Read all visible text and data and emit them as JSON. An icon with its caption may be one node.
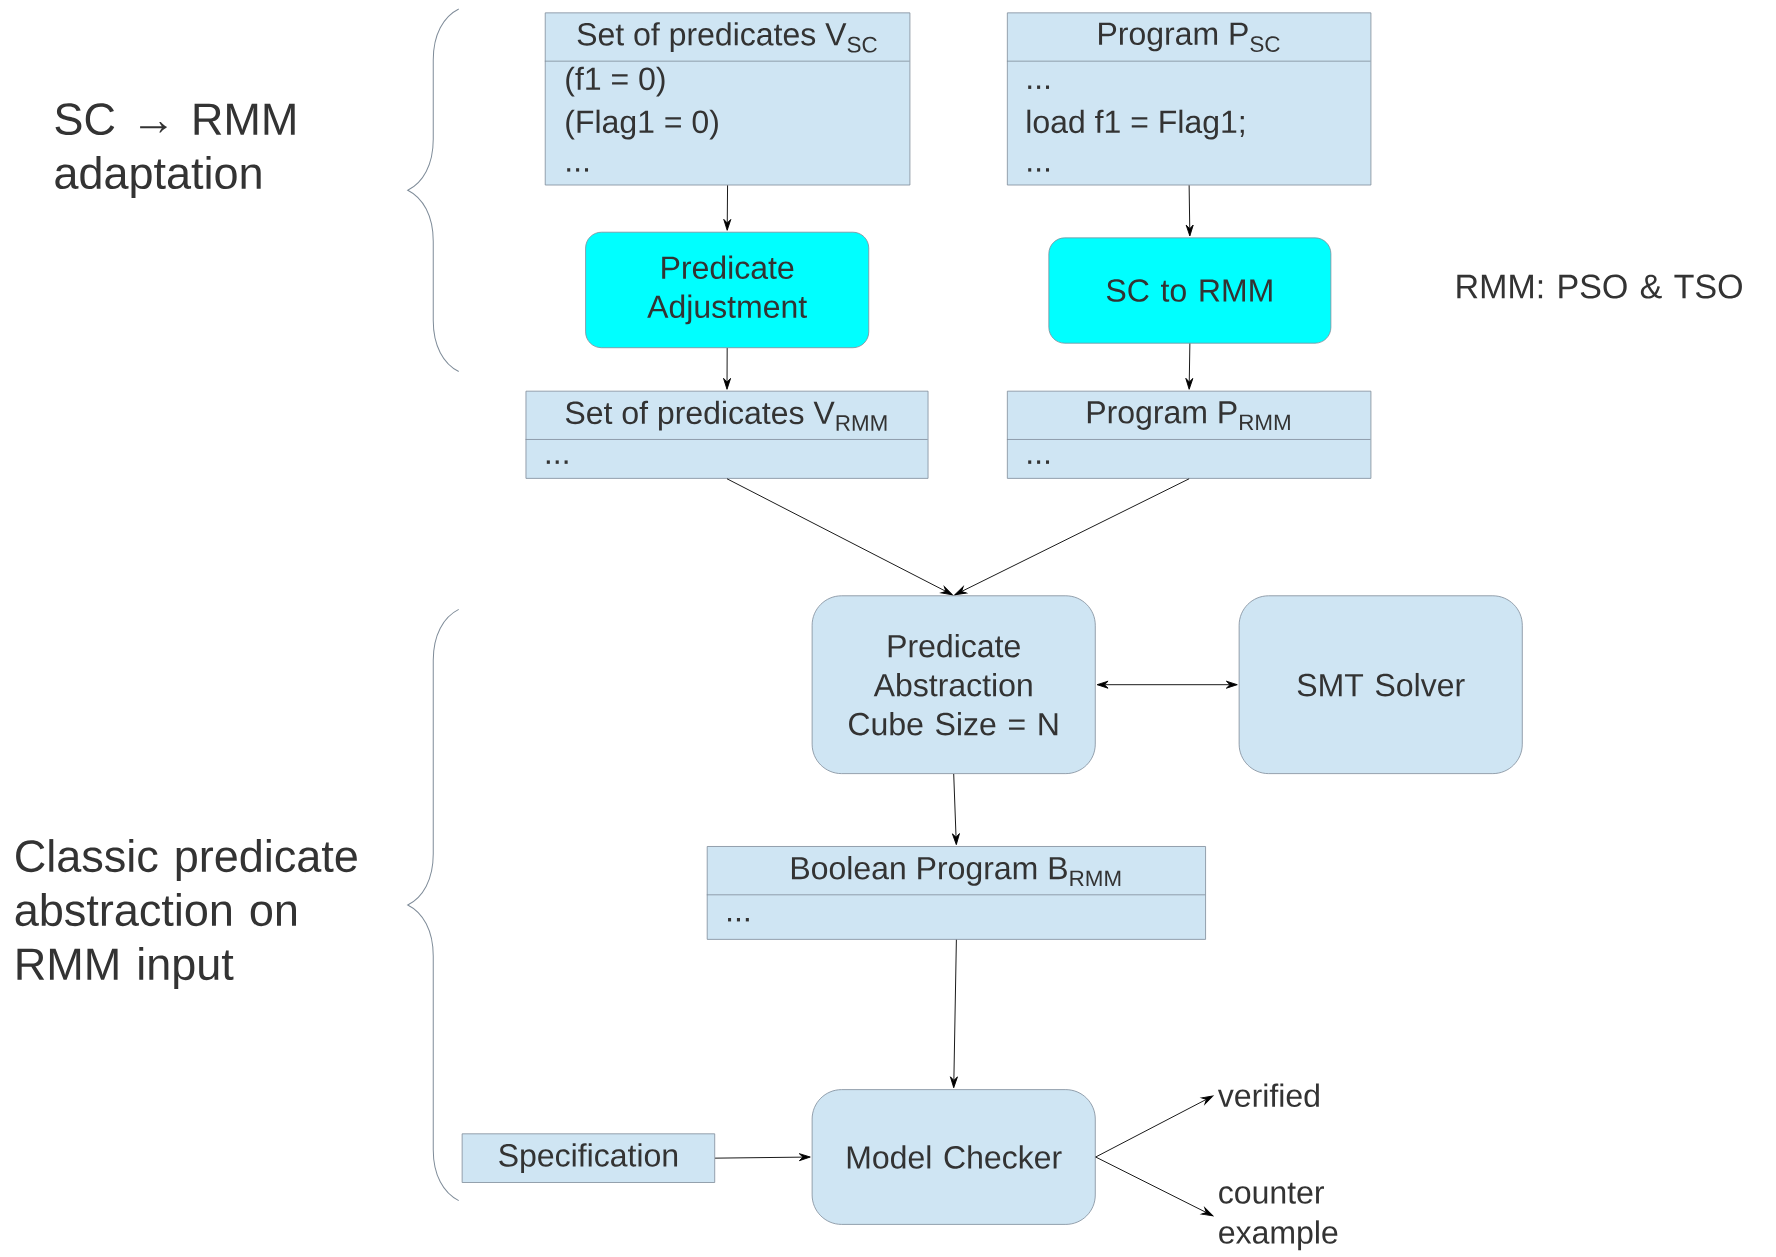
{
  "diagram": {
    "nodes": [
      {
        "text": [
          "Set of predicates V$_{SC}$",
          "(f1 = 0)",
          "(Flag1 = 0)",
          "..."
        ]
      },
      {
        "text": [
          "Program P$_{SC}$",
          "...",
          "load f1 = Flag1;",
          "..."
        ]
      },
      {
        "text": [
          "Predicate Adjustment"
        ]
      },
      {
        "text": [
          "SC to RMM"
        ]
      },
      {
        "text": [
          "Set of predicates V$_{RMM}$",
          "..."
        ]
      },
      {
        "text": [
          "Program P$_{RMM}$",
          "..."
        ]
      },
      {
        "text": [
          "Predicate Abstraction",
          "Cube Size = N"
        ]
      },
      {
        "text": [
          "SMT Solver"
        ]
      },
      {
        "text": [
          "Boolean Program B$_{RMM}$",
          "..."
        ]
      },
      {
        "text": [
          "Specification"
        ]
      },
      {
        "text": [
          "Model Checker"
        ]
      },
      {
        "text": [
          "verified"
        ]
      },
      {
        "text": [
          "counter example"
        ]
      }
    ],
    "edges": [
      {
        "from": 0,
        "to": 2,
        "arrow": "to"
      },
      {
        "from": 2,
        "to": 4,
        "arrow": "to"
      },
      {
        "from": 1,
        "to": 3,
        "arrow": "to"
      },
      {
        "from": 3,
        "to": 5,
        "arrow": "to"
      },
      {
        "from": 4,
        "to": 6,
        "arrow": "to"
      },
      {
        "from": 5,
        "to": 6,
        "arrow": "to"
      },
      {
        "from": 6,
        "to": 7,
        "arrow": "both"
      },
      {
        "from": 6,
        "to": 8,
        "arrow": "to"
      },
      {
        "from": 8,
        "to": 10,
        "arrow": "to"
      },
      {
        "from": 9,
        "to": 10,
        "arrow": "to"
      },
      {
        "from": 10,
        "to": 11,
        "arrow": "to"
      },
      {
        "from": 10,
        "to": 12,
        "arrow": "to"
      }
    ],
    "labels": [
      "SC → RMM adaptation",
      "RMM: PSO & TSO",
      "Classic predicate abstraction on RMM input"
    ]
  }
}
